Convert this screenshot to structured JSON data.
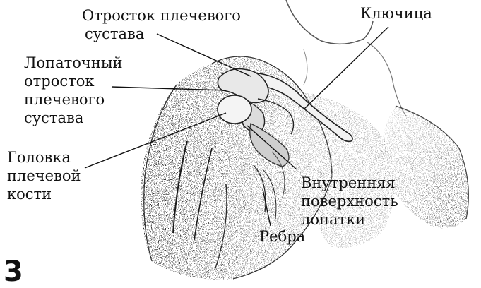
{
  "figure_number": "3",
  "labels": {
    "shoulder_process": [
      "Отросток плечевого",
      "сустава"
    ],
    "clavicle": [
      "Ключица"
    ],
    "scapular_process": [
      "Лопаточный",
      "отросток",
      "плечевого",
      "сустава"
    ],
    "humerus_head": [
      "Головка",
      "плечевой",
      "кости"
    ],
    "scapula_inner_surface": [
      "Внутренняя",
      "поверхность",
      "лопатки"
    ],
    "ribs": [
      "Ребра"
    ]
  },
  "colors": {
    "ink": "#111111",
    "shade_dark": "#3a3a3a",
    "shade_mid": "#8a8a8a",
    "shade_light": "#cfcfcf"
  }
}
